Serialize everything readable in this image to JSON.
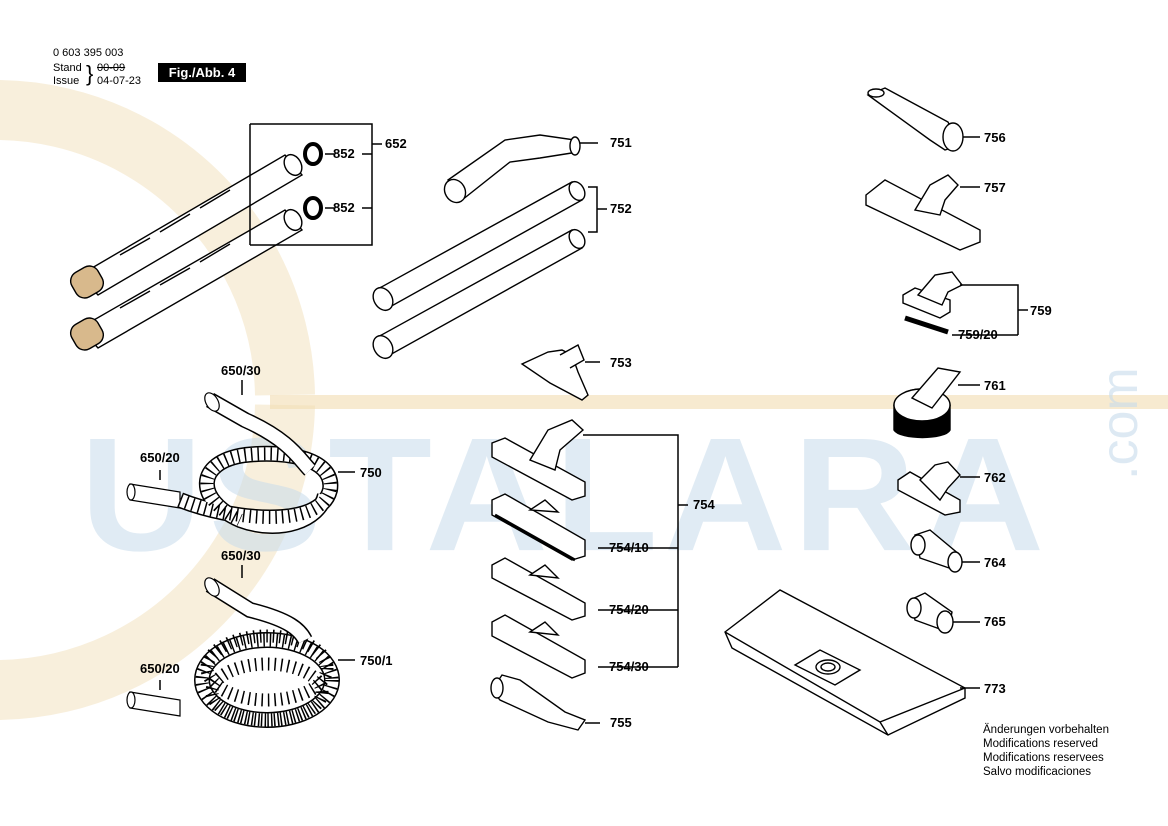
{
  "header": {
    "part_number": "0 603 395 003",
    "stand_label": "Stand",
    "issue_label": "Issue",
    "stand_date": "00-09",
    "issue_date": "04-07-23",
    "figure_label": "Fig./Abb. 4"
  },
  "watermark": {
    "text": "USTALARA",
    "suffix": ".com"
  },
  "parts": {
    "p652": "652",
    "p852a": "852",
    "p852b": "852",
    "p751": "751",
    "p752": "752",
    "p753": "753",
    "p754": "754",
    "p754_10": "754/10",
    "p754_20": "754/20",
    "p754_30": "754/30",
    "p755": "755",
    "p650_30a": "650/30",
    "p650_20a": "650/20",
    "p750": "750",
    "p650_30b": "650/30",
    "p650_20b": "650/20",
    "p750_1": "750/1",
    "p756": "756",
    "p757": "757",
    "p759": "759",
    "p759_20": "759/20",
    "p761": "761",
    "p762": "762",
    "p764": "764",
    "p765": "765",
    "p773": "773"
  },
  "notes": [
    "Änderungen vorbehalten",
    "Modifications reserved",
    "Modifications reservees",
    "Salvo modificaciones"
  ]
}
